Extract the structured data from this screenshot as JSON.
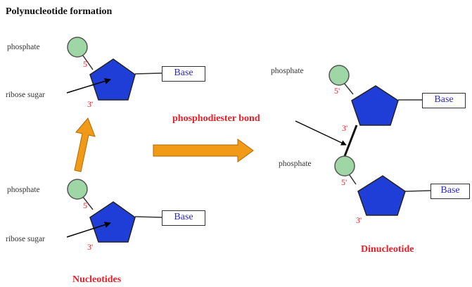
{
  "title": "Polynucleotide formation",
  "labels": {
    "phosphate": "phosphate",
    "ribose_sugar": "ribose sugar",
    "base": "Base",
    "prime5": "5'",
    "prime3": "3'",
    "bond": "phosphodiester bond",
    "nucleotides": "Nucleotides",
    "dinucleotide": "Dinucleotide"
  },
  "colors": {
    "phosphate_fill": "#9fd6a6",
    "sugar_fill": "#1f3ed8",
    "arrow_fill": "#f19a17",
    "label_red": "#e8202a",
    "base_text": "#2a2ad0"
  }
}
